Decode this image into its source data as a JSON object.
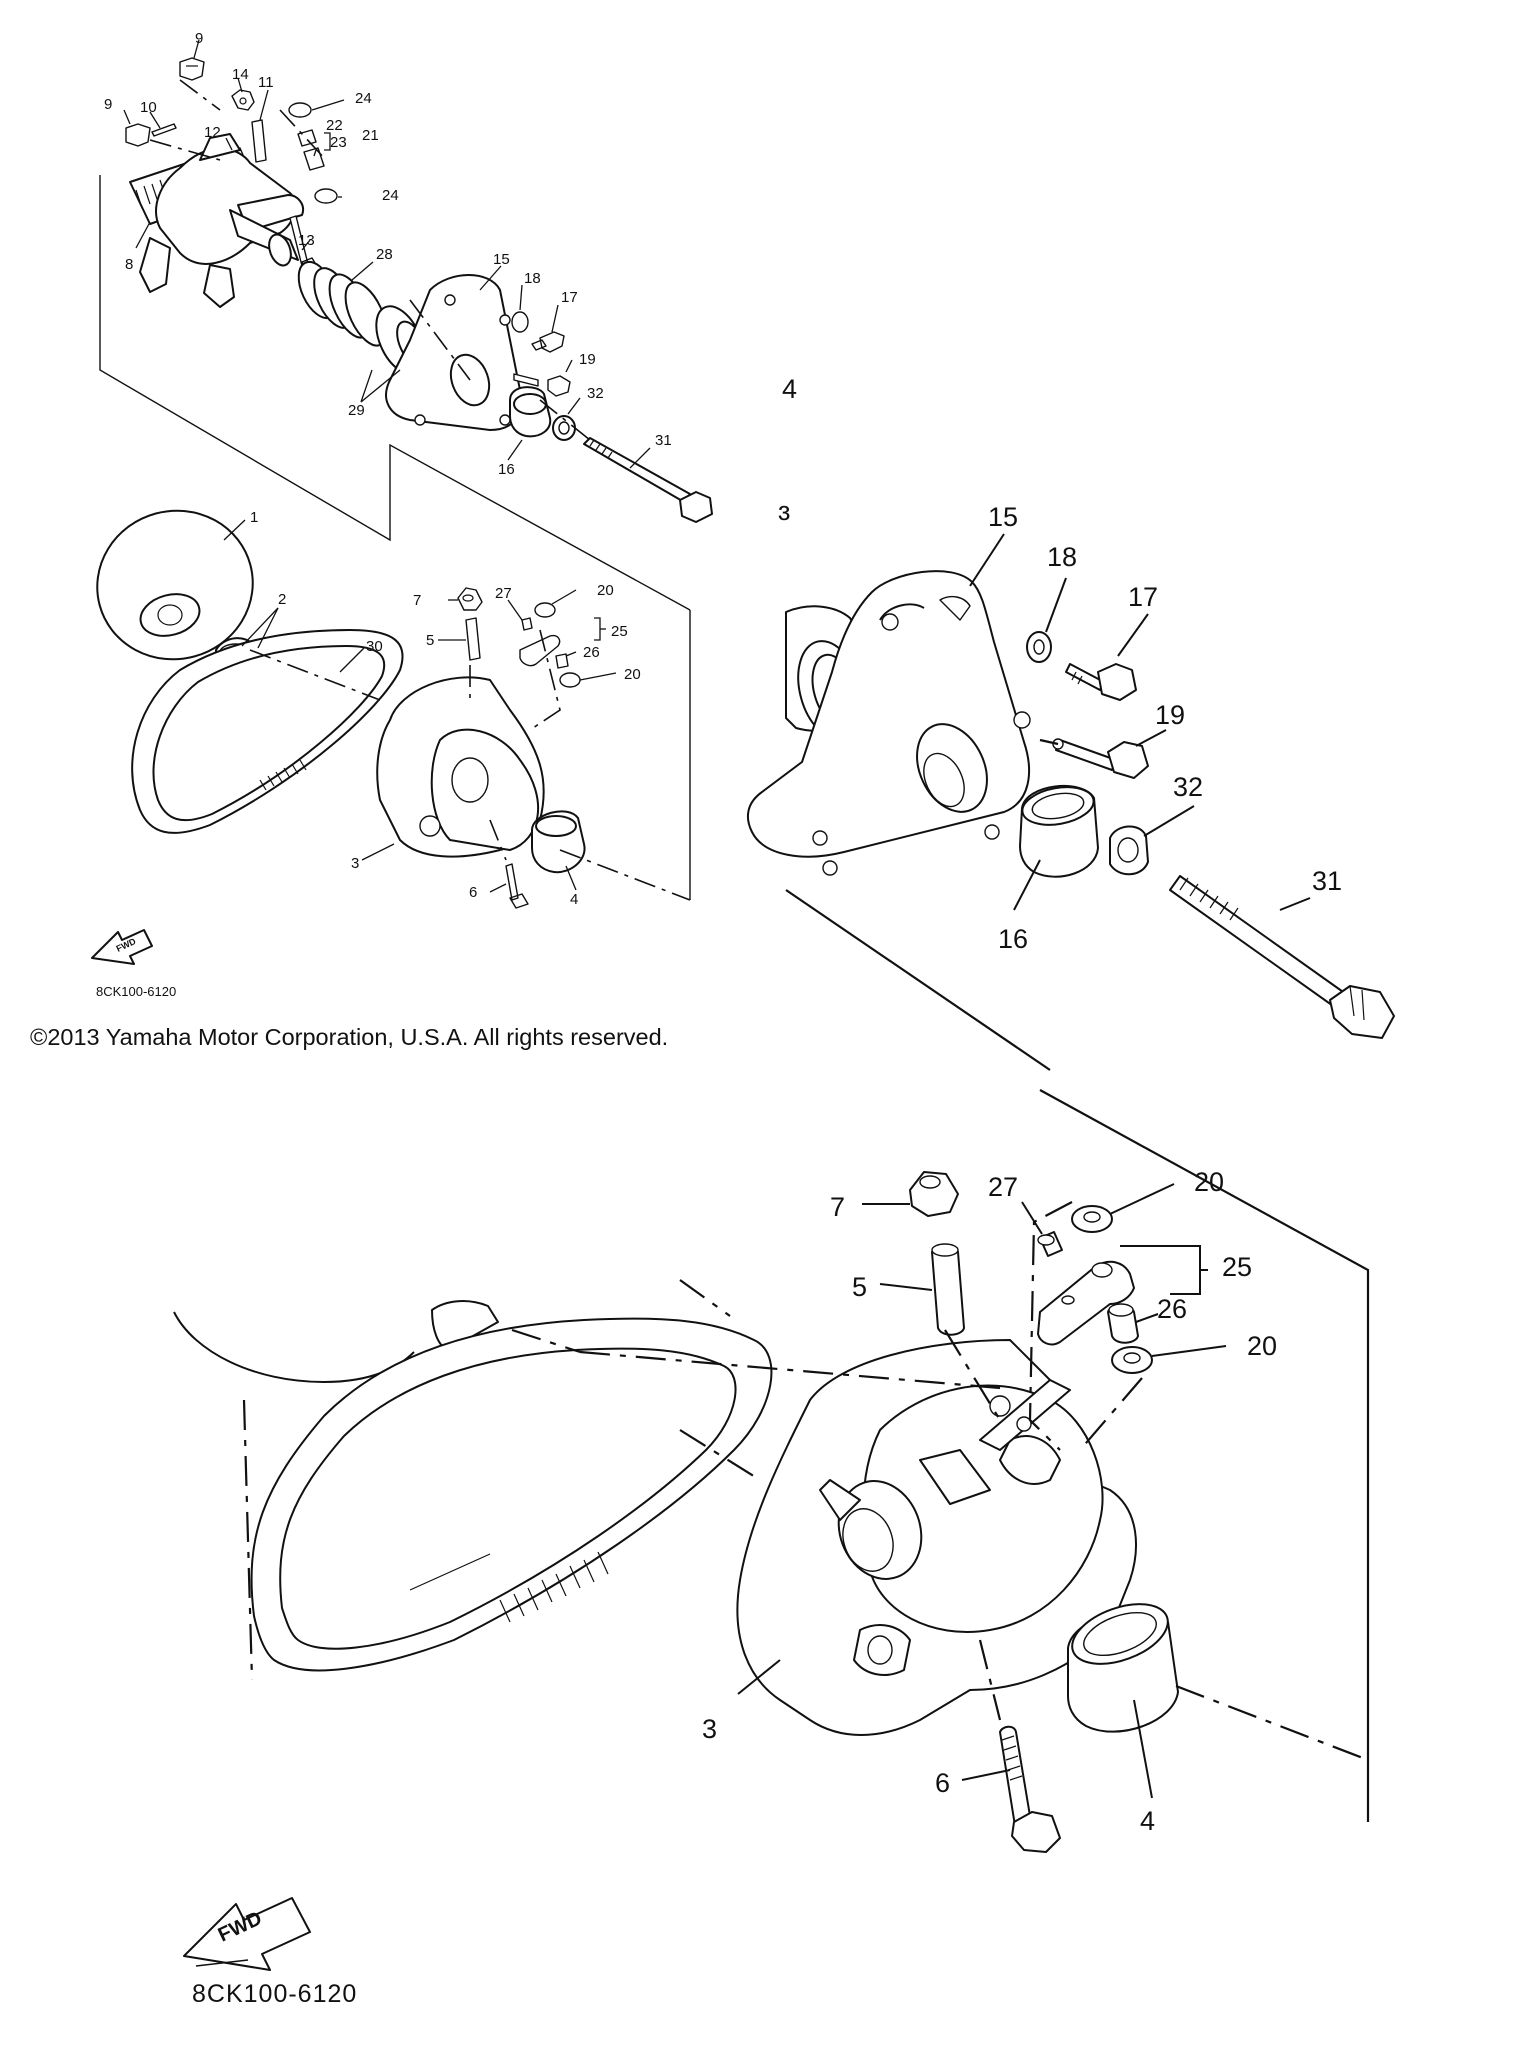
{
  "copyright": "©2013 Yamaha Motor Corporation, U.S.A. All rights reserved.",
  "diagram_code": "8CK100-6120",
  "fwd_label": "FWD",
  "page_number": "4",
  "stray_glyph": "ɜ",
  "callouts_overview": [
    "1",
    "2",
    "3",
    "4",
    "5",
    "6",
    "7",
    "8",
    "9",
    "9",
    "10",
    "11",
    "12",
    "13",
    "14",
    "15",
    "16",
    "17",
    "18",
    "19",
    "20",
    "20",
    "21",
    "22",
    "23",
    "24",
    "24",
    "25",
    "26",
    "27",
    "28",
    "29",
    "30",
    "31",
    "32"
  ],
  "callouts_zoom_upper": [
    "15",
    "16",
    "17",
    "18",
    "19",
    "31",
    "32"
  ],
  "callouts_zoom_lower": [
    "3",
    "4",
    "5",
    "6",
    "7",
    "20",
    "20",
    "25",
    "26",
    "27"
  ]
}
